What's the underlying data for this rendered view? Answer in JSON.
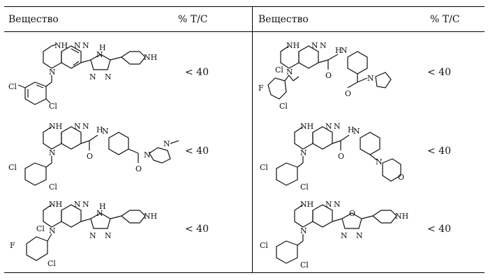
{
  "table": {
    "headers": {
      "left_substance": "Вещество",
      "left_tc": "% T/C",
      "right_substance": "Вещество",
      "right_tc": "% T/C"
    },
    "rows": [
      {
        "left_value": "< 40",
        "right_value": "< 40"
      },
      {
        "left_value": "< 40",
        "right_value": "< 40"
      },
      {
        "left_value": "< 40",
        "right_value": "< 40"
      }
    ]
  },
  "labels": {
    "nh": "NH",
    "n": "N",
    "h": "H",
    "cl": "Cl",
    "f": "F",
    "o": "O"
  }
}
